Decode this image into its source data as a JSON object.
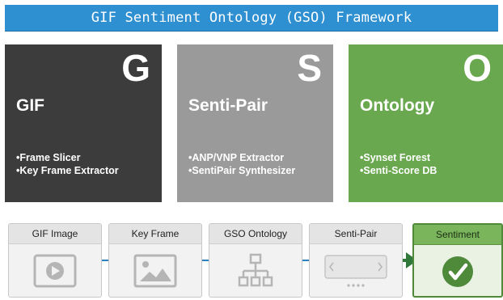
{
  "banner": {
    "title": "GIF Sentiment Ontology (GSO) Framework"
  },
  "panels": [
    {
      "letter": "G",
      "title": "GIF",
      "items": [
        "Frame Slicer",
        "Key Frame Extractor"
      ]
    },
    {
      "letter": "S",
      "title": "Senti-Pair",
      "items": [
        "ANP/VNP Extractor",
        "SentiPair Synthesizer"
      ]
    },
    {
      "letter": "O",
      "title": "Ontology",
      "items": [
        "Synset Forest",
        "Senti-Score DB"
      ]
    }
  ],
  "pipeline": [
    {
      "label": "GIF Image",
      "icon": "play-icon"
    },
    {
      "label": "Key Frame",
      "icon": "image-icon"
    },
    {
      "label": "GSO Ontology",
      "icon": "hierarchy-icon"
    },
    {
      "label": "Senti-Pair",
      "icon": "carousel-icon"
    },
    {
      "label": "Sentiment",
      "icon": "check-icon"
    }
  ],
  "colors": {
    "banner": "#2e8fd1",
    "gif_panel": "#3c3c3c",
    "sentipair_panel": "#9a9a9a",
    "ontology_panel": "#6aa84f",
    "connector": "#2e7fb8",
    "sentiment_accent": "#4f8a3a"
  }
}
